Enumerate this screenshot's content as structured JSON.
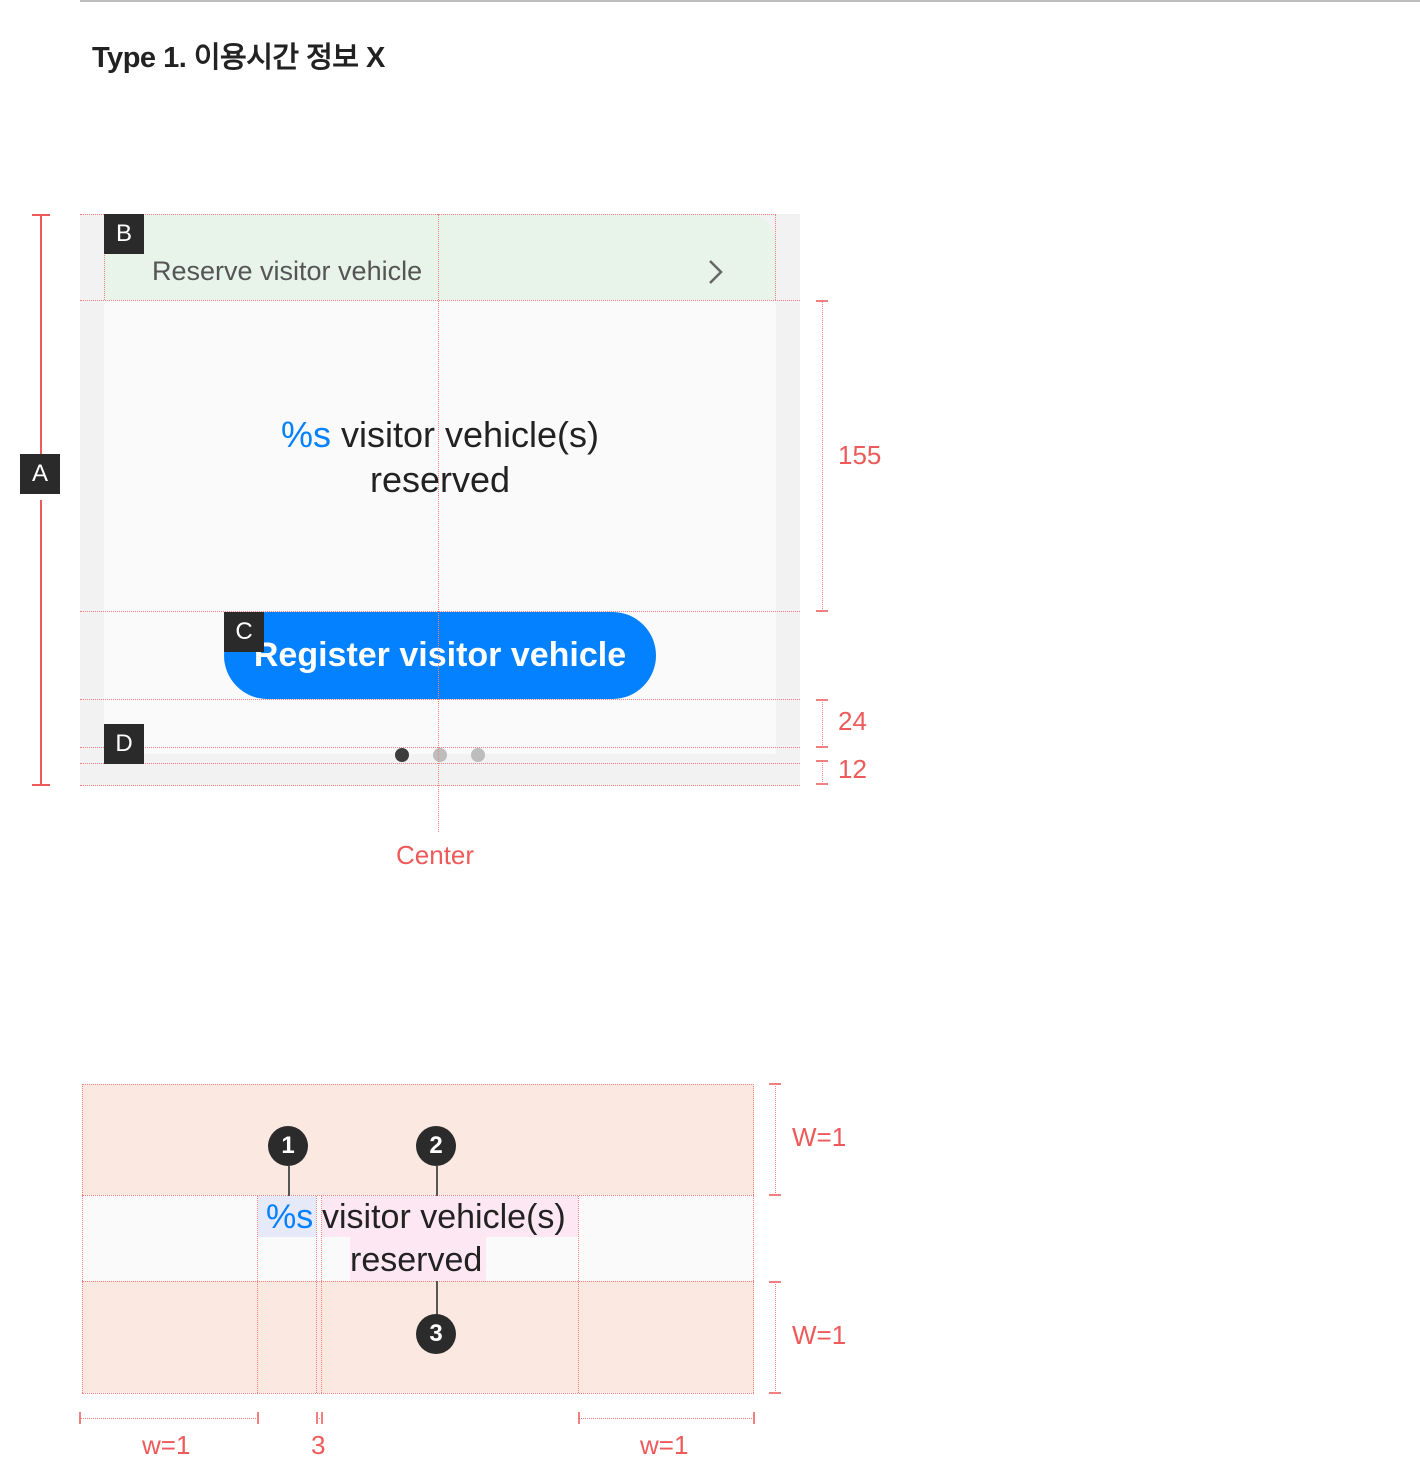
{
  "page": {
    "title": "Type 1. 이용시간 정보 X"
  },
  "card": {
    "header_label": "Reserve visitor vehicle",
    "chevron_icon": "chevron-right-icon",
    "status_placeholder": "%s",
    "status_text": "visitor vehicle(s)",
    "status_line2": "reserved",
    "register_button": "Register visitor vehicle",
    "page_indicator": {
      "count": 3,
      "active": 1
    }
  },
  "annotations": {
    "tags": {
      "a": "A",
      "b": "B",
      "c": "C",
      "d": "D"
    },
    "measures": {
      "content_height": "155",
      "button_gap": "24",
      "bottom_gap": "12"
    },
    "center_label": "Center"
  },
  "detail": {
    "placeholder": "%s",
    "line1": "visitor vehicle(s)",
    "line2": "reserved",
    "markers": {
      "one": "1",
      "two": "2",
      "three": "3"
    },
    "measures": {
      "top_weight": "W=1",
      "bottom_weight": "W=1",
      "left_weight": "w=1",
      "gap": "3",
      "right_weight": "w=1"
    }
  },
  "colors": {
    "accent_blue": "#0381fe",
    "header_green": "#e8f3e9",
    "spec_red": "#ee5a5a",
    "weight_fill": "#fbe8e1",
    "placeholder_fill": "#e6e9f7",
    "text_fill": "#fde7f3"
  }
}
